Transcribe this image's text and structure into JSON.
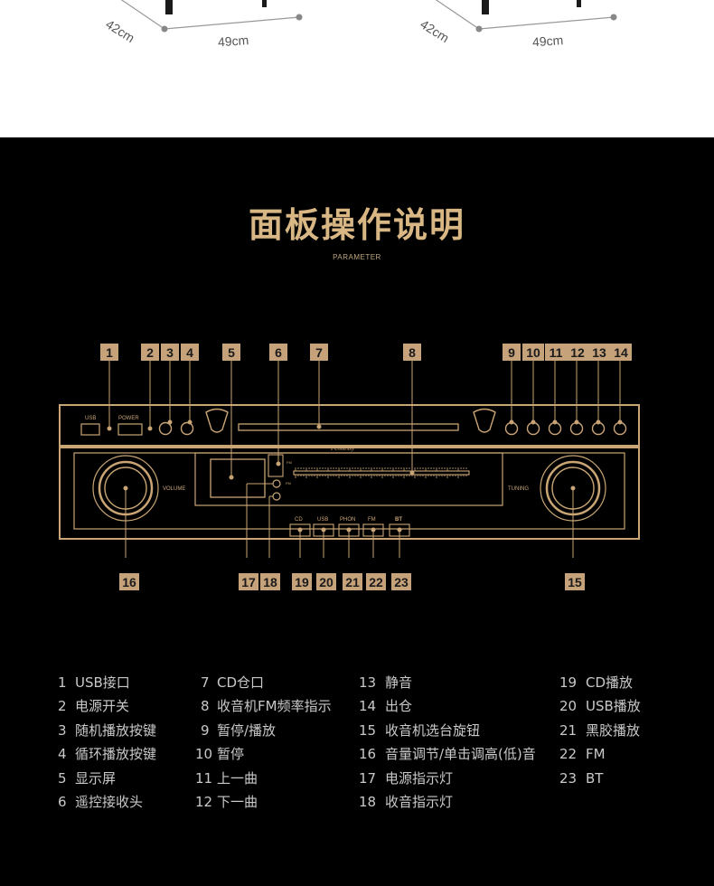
{
  "top": {
    "left_depth": "42cm",
    "left_width": "49cm",
    "right_depth": "42cm",
    "right_width": "49cm"
  },
  "panel": {
    "title": "面板操作说明",
    "subtitle": "PARAMETER"
  },
  "device": {
    "usb": "USB",
    "power": "POWER",
    "volume": "VOLUME",
    "tuning": "TUNING",
    "brand": "Fennessy",
    "fm_small_1": "FM",
    "fm_small_2": "FM",
    "buttons": [
      "CD",
      "USB",
      "PHON",
      "FM",
      "BT"
    ]
  },
  "callouts": [
    "1",
    "2",
    "3",
    "4",
    "5",
    "6",
    "7",
    "8",
    "9",
    "10",
    "11",
    "12",
    "13",
    "14",
    "15",
    "16",
    "17",
    "18",
    "19",
    "20",
    "21",
    "22",
    "23"
  ],
  "legend": {
    "col1": [
      {
        "num": "1",
        "label": "USB接口"
      },
      {
        "num": "2",
        "label": "电源开关"
      },
      {
        "num": "3",
        "label": "随机播放按键"
      },
      {
        "num": "4",
        "label": "循环播放按键"
      },
      {
        "num": "5",
        "label": "显示屏"
      },
      {
        "num": "6",
        "label": "遥控接收头"
      }
    ],
    "col2": [
      {
        "num": "7",
        "label": "CD仓口"
      },
      {
        "num": "8",
        "label": "收音机FM频率指示"
      },
      {
        "num": "9",
        "label": "暂停/播放"
      },
      {
        "num": "10",
        "label": "暂停"
      },
      {
        "num": "11",
        "label": "上一曲"
      },
      {
        "num": "12",
        "label": "下一曲"
      }
    ],
    "col3": [
      {
        "num": "13",
        "label": "静音"
      },
      {
        "num": "14",
        "label": "出仓"
      },
      {
        "num": "15",
        "label": "收音机选台旋钮"
      },
      {
        "num": "16",
        "label": "音量调节/单击调高(低)音"
      },
      {
        "num": "17",
        "label": "电源指示灯"
      },
      {
        "num": "18",
        "label": "收音指示灯"
      }
    ],
    "col4": [
      {
        "num": "19",
        "label": "CD播放"
      },
      {
        "num": "20",
        "label": "USB播放"
      },
      {
        "num": "21",
        "label": "黑胶播放"
      },
      {
        "num": "22",
        "label": "FM"
      },
      {
        "num": "23",
        "label": "BT"
      }
    ]
  },
  "colors": {
    "accent_gold": "#c6a27a",
    "title_gold": "#d8b785",
    "background": "#000000",
    "legend_text": "#c9c9c9"
  }
}
